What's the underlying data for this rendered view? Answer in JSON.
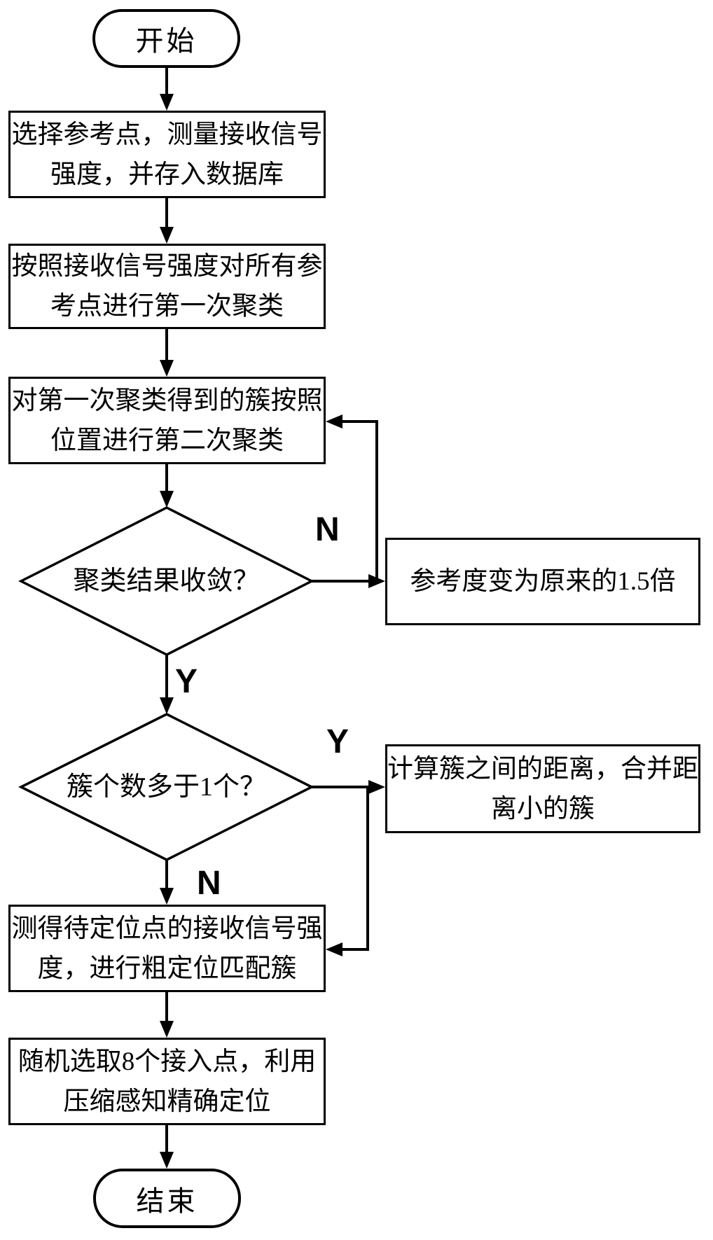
{
  "flow": {
    "colors": {
      "stroke": "#000000",
      "background": "#ffffff"
    },
    "start": {
      "label": "开始"
    },
    "step_select_reference": {
      "line1": "选择参考点，测量接收信号",
      "line2": "强度，并存入数据库"
    },
    "step_first_clustering": {
      "line1": "按照接收信号强度对所有参",
      "line2": "考点进行第一次聚类"
    },
    "step_second_clustering": {
      "line1": "对第一次聚类得到的簇按照",
      "line2": "位置进行第二次聚类"
    },
    "decision_convergence": {
      "label": "聚类结果收敛？",
      "no_label": "N",
      "yes_label": "Y"
    },
    "step_scale_reference": {
      "label": "参考度变为原来的1.5倍"
    },
    "decision_cluster_count": {
      "label": "簇个数多于1个？",
      "yes_label": "Y",
      "no_label": "N"
    },
    "step_merge_clusters": {
      "line1": "计算簇之间的距离，合并距",
      "line2": "离小的簇"
    },
    "step_coarse_localization": {
      "line1": "测得待定位点的接收信号强",
      "line2": "度，进行粗定位匹配簇"
    },
    "step_precise_localization": {
      "line1": "随机选取8个接入点，利用",
      "line2": "压缩感知精确定位"
    },
    "end": {
      "label": "结束"
    }
  }
}
